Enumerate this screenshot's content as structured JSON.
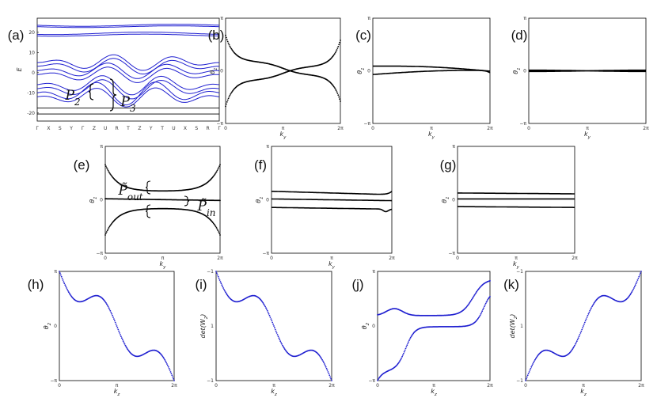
{
  "colors": {
    "band": "#1f1fd0",
    "black": "#000000",
    "blue": "#1f1fd0"
  },
  "chart_data": [
    {
      "id": "a",
      "type": "line",
      "panel_label": "(a)",
      "ylabel": "E",
      "ylim": [
        -24,
        27
      ],
      "yticks": [
        "20",
        "10",
        "0",
        "-10",
        "-20"
      ],
      "xticks": [
        "Γ",
        "X",
        "S",
        "Y",
        "Γ",
        "Z",
        "U",
        "R",
        "T",
        "Z",
        "Y",
        "T",
        "U",
        "X",
        "S",
        "R",
        "Γ"
      ],
      "flat_lines": [
        -17.5,
        -20.5
      ],
      "annotations": [
        {
          "text": "P",
          "sub": "2"
        },
        {
          "text": "P",
          "sub": "3"
        }
      ]
    },
    {
      "id": "b",
      "type": "scatter",
      "panel_label": "(b)",
      "ylabel": "θ",
      "ysub": "1",
      "xlabel": "k",
      "xsub": "y",
      "yticks": [
        "π",
        "0",
        "−π"
      ],
      "xticks": [
        "0",
        "π",
        "2π"
      ],
      "curves": "b"
    },
    {
      "id": "c",
      "type": "line",
      "panel_label": "(c)",
      "ylabel": "θ",
      "ysub": "1",
      "xlabel": "k",
      "xsub": "y",
      "yticks": [
        "π",
        "0",
        "−π"
      ],
      "xticks": [
        "0",
        "π",
        "2π"
      ],
      "curves": "c"
    },
    {
      "id": "d",
      "type": "line",
      "panel_label": "(d)",
      "ylabel": "θ",
      "ysub": "1",
      "xlabel": "k",
      "xsub": "y",
      "yticks": [
        "π",
        "0",
        "−π"
      ],
      "xticks": [
        "0",
        "π",
        "2π"
      ],
      "curves": "d"
    },
    {
      "id": "e",
      "type": "scatter",
      "panel_label": "(e)",
      "ylabel": "θ",
      "ysub": "1",
      "xlabel": "k",
      "xsub": "y",
      "yticks": [
        "π",
        "0",
        "−π"
      ],
      "xticks": [
        "0",
        "π",
        "2π"
      ],
      "curves": "e",
      "annotations": [
        {
          "text": "P̃",
          "sub": "out"
        },
        {
          "text": "P̃",
          "sub": "in"
        }
      ]
    },
    {
      "id": "f",
      "type": "line",
      "panel_label": "(f)",
      "ylabel": "θ",
      "ysub": "1",
      "xlabel": "k",
      "xsub": "y",
      "yticks": [
        "π",
        "0",
        "−π"
      ],
      "xticks": [
        "0",
        "π",
        "2π"
      ],
      "curves": "f"
    },
    {
      "id": "g",
      "type": "line",
      "panel_label": "(g)",
      "ylabel": "θ",
      "ysub": "1",
      "xlabel": "k",
      "xsub": "y",
      "yticks": [
        "π",
        "0",
        "−π"
      ],
      "xticks": [
        "0",
        "π",
        "2π"
      ],
      "curves": "g"
    },
    {
      "id": "h",
      "type": "scatter",
      "panel_label": "(h)",
      "ylabel": "θ",
      "ysub": "2",
      "xlabel": "k",
      "xsub": "z",
      "yticks": [
        "π",
        "0",
        "−π"
      ],
      "xticks": [
        "0",
        "π",
        "2π"
      ],
      "curves": "h"
    },
    {
      "id": "i",
      "type": "scatter",
      "panel_label": "(i)",
      "ylabel": "det(W",
      "ysub": "2",
      "ylabel_tail": ")",
      "xlabel": "k",
      "xsub": "z",
      "yticks": [
        "−1",
        "1",
        "−1"
      ],
      "xticks": [
        "0",
        "π",
        "2π"
      ],
      "curves": "h"
    },
    {
      "id": "j",
      "type": "scatter",
      "panel_label": "(j)",
      "ylabel": "θ",
      "ysub": "2",
      "xlabel": "k",
      "xsub": "z",
      "yticks": [
        "π",
        "0",
        "−π"
      ],
      "xticks": [
        "0",
        "π",
        "2π"
      ],
      "curves": "j"
    },
    {
      "id": "k",
      "type": "scatter",
      "panel_label": "(k)",
      "ylabel": "det(W",
      "ysub": "2",
      "ylabel_tail": ")",
      "xlabel": "k",
      "xsub": "z",
      "yticks": [
        "−1",
        "1",
        "−1"
      ],
      "xticks": [
        "0",
        "π",
        "2π"
      ],
      "curves": "k"
    }
  ]
}
